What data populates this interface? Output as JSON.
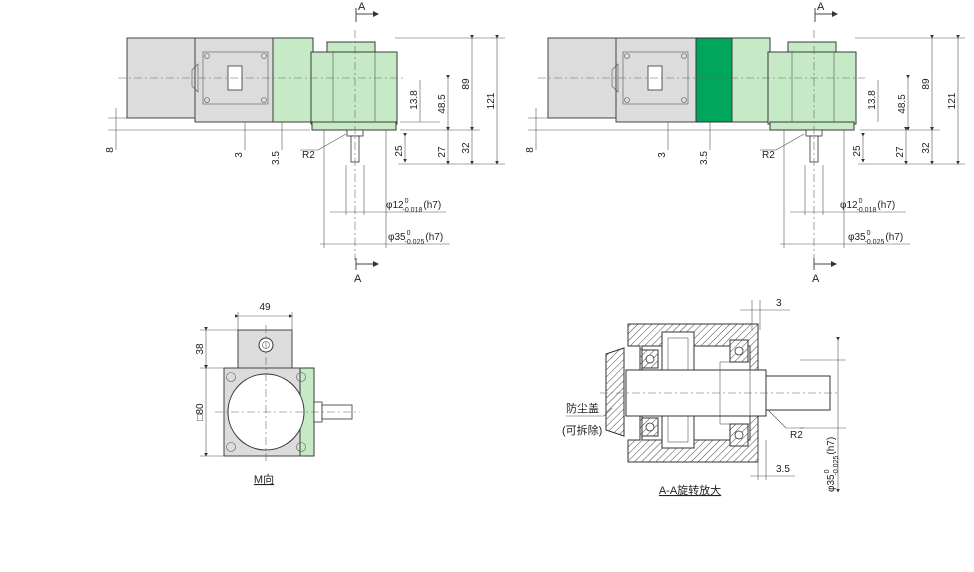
{
  "views": {
    "left_side": {
      "section_mark_top": "A",
      "section_mark_bottom": "A",
      "dims": {
        "d121": "121",
        "d89": "89",
        "d48_5": "48.5",
        "d13_8": "13.8",
        "d32": "32",
        "d27": "27",
        "d25": "25",
        "d8": "8",
        "d3": "3",
        "d3_5": "3.5",
        "r2": "R2",
        "shaft_dia": "φ12",
        "shaft_tol_top": "0",
        "shaft_tol_bot": "-0.018",
        "shaft_fit": "(h7)",
        "pilot_dia": "φ35",
        "pilot_tol_top": "0",
        "pilot_tol_bot": "-0.025",
        "pilot_fit": "(h7)"
      }
    },
    "right_side": {
      "section_mark_top": "A",
      "section_mark_bottom": "A",
      "dims": {
        "d121": "121",
        "d89": "89",
        "d48_5": "48.5",
        "d13_8": "13.8",
        "d32": "32",
        "d27": "27",
        "d25": "25",
        "d8": "8",
        "d3": "3",
        "d3_5": "3.5",
        "r2": "R2",
        "shaft_dia": "φ12",
        "shaft_tol_top": "0",
        "shaft_tol_bot": "-0.018",
        "shaft_fit": "(h7)",
        "pilot_dia": "φ35",
        "pilot_tol_top": "0",
        "pilot_tol_bot": "-0.025",
        "pilot_fit": "(h7)"
      }
    },
    "m_view": {
      "d49": "49",
      "d38": "38",
      "sq80": "□80",
      "caption": "M向"
    },
    "section_view": {
      "d3": "3",
      "d3_5": "3.5",
      "r2": "R2",
      "dust_cover": "防尘盖",
      "removable": "(可拆除)",
      "pilot_dia": "φ35",
      "pilot_tol_top": "0",
      "pilot_tol_bot": "-0.025",
      "pilot_fit": "(h7)",
      "caption": "A-A旋转放大"
    }
  },
  "colors": {
    "gearbox": "#c6e9c6",
    "motor": "#dcdcdc",
    "accent_band": "#00a65a"
  }
}
